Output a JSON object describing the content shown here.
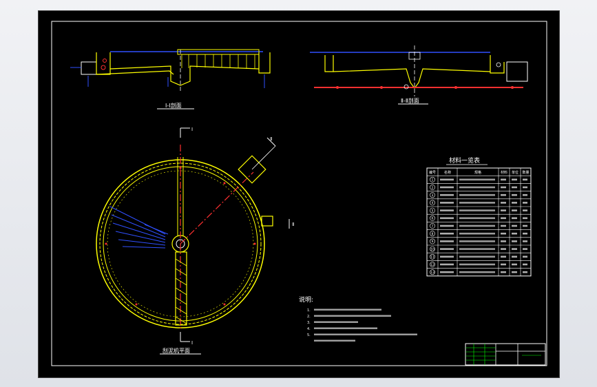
{
  "drawing": {
    "section1_title": "Ⅰ-Ⅰ剖面",
    "section2_title": "Ⅱ-Ⅱ剖面",
    "plan_title": "刮泥机平面",
    "section_mark_1": "Ⅰ",
    "section_mark_2": "Ⅱ"
  },
  "material_table": {
    "title": "材料一览表",
    "headers": [
      "编号",
      "名称",
      "规格",
      "材料",
      "单位",
      "数量"
    ],
    "rows": [
      [
        "1",
        "",
        "",
        "",
        "",
        ""
      ],
      [
        "2",
        "",
        "",
        "",
        "",
        ""
      ],
      [
        "3",
        "",
        "",
        "",
        "",
        ""
      ],
      [
        "4",
        "",
        "",
        "",
        "",
        ""
      ],
      [
        "5",
        "",
        "",
        "",
        "",
        ""
      ],
      [
        "6",
        "",
        "",
        "",
        "",
        ""
      ],
      [
        "7",
        "",
        "",
        "",
        "",
        ""
      ],
      [
        "8",
        "",
        "",
        "",
        "",
        ""
      ],
      [
        "9",
        "",
        "",
        "",
        "",
        ""
      ],
      [
        "10",
        "",
        "",
        "",
        "",
        ""
      ],
      [
        "11",
        "",
        "",
        "",
        "",
        ""
      ],
      [
        "12",
        "",
        "",
        "",
        "",
        ""
      ],
      [
        "13",
        "",
        "",
        "",
        "",
        ""
      ]
    ]
  },
  "notes": {
    "title": "说明:",
    "lines": [
      "1.",
      "2.",
      "3.",
      "4.",
      "5.",
      ""
    ]
  },
  "colors": {
    "background": "#000000",
    "frame": "#00ffff",
    "structure": "#ffff00",
    "dimension": "#0000ff",
    "pipe": "#ff3030",
    "text": "#ffffff",
    "titleblock": "#00ff00"
  }
}
